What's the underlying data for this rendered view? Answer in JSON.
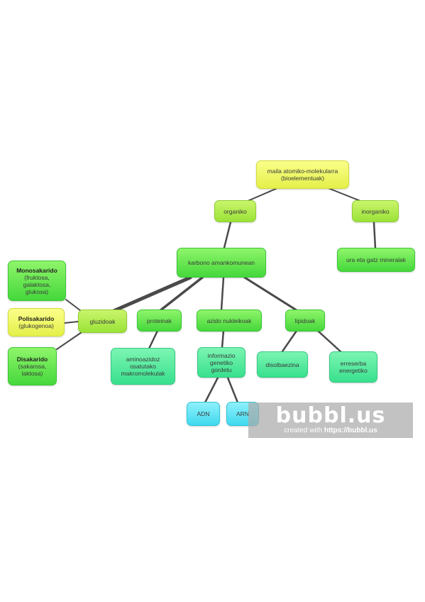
{
  "nodes": {
    "mailak": {
      "line1": "maila atomiko-molekularra",
      "line2": "(bioelementuak)"
    },
    "organiko": {
      "label": "organiko"
    },
    "inorganiko": {
      "label": "inorganiko"
    },
    "ura": {
      "label": "ura eta gatz mineralak"
    },
    "karbono": {
      "label": "karbono amankomunean"
    },
    "gluzidoak": {
      "label": "gluzidoak"
    },
    "proteinak": {
      "label": "proteinak"
    },
    "azido": {
      "label": "azido nukleikoak"
    },
    "lipidoak": {
      "label": "lipidoak"
    },
    "monosakarido": {
      "title": "Monosakarido",
      "line1": "(fruktosa,",
      "line2": "galaktosa,",
      "line3": "glukosa)"
    },
    "polisakarido": {
      "title": "Polisakarido",
      "line1": "(glukogenoa)"
    },
    "disakarido": {
      "title": "Disakarido",
      "line1": "(sakarosa,",
      "line2": "laktosa)"
    },
    "aminoazido": {
      "line1": "aminoazidoz",
      "line2": "osatutako",
      "line3": "makromolekulak"
    },
    "informazio": {
      "line1": "informazio",
      "line2": "genetiko",
      "line3": "gordetu"
    },
    "disolbaezina": {
      "label": "disolbaezina"
    },
    "erreserba": {
      "line1": "erreserba",
      "line2": "energetiko"
    },
    "adn": {
      "label": "ADN"
    },
    "arn": {
      "label": "ARN"
    }
  },
  "watermark": {
    "logo": "bubbl.us",
    "sub_prefix": "created with ",
    "sub_link": "https://bubbl.us"
  }
}
